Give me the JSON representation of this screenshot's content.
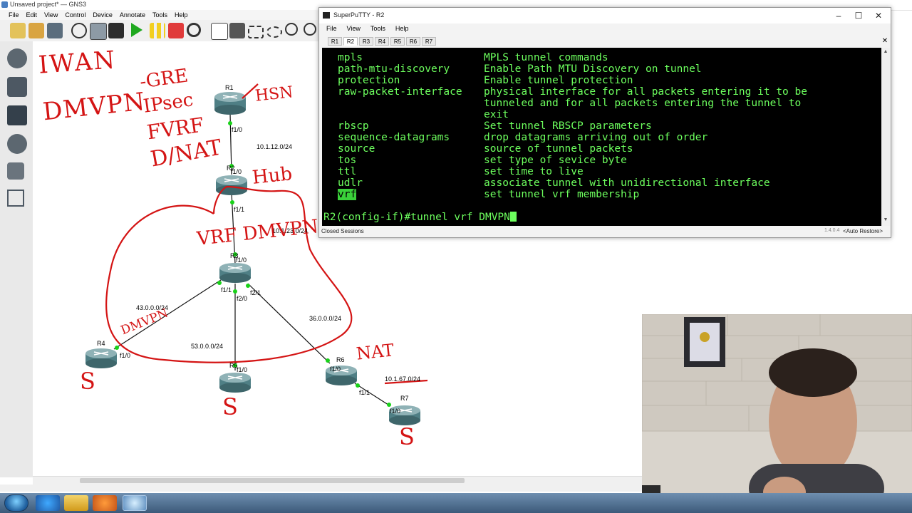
{
  "gns3": {
    "window_title": "Unsaved project* — GNS3",
    "menu": [
      "File",
      "Edit",
      "View",
      "Control",
      "Device",
      "Annotate",
      "Tools",
      "Help"
    ],
    "toolbar_icons": [
      "open-folder-icon",
      "folder-icon",
      "save-icon",
      "snapshot-icon",
      "console-icon",
      "terminal-icon",
      "start-icon",
      "pause-icon",
      "stop-icon",
      "reload-icon",
      "add-note-icon",
      "insert-image-icon",
      "draw-rectangle-icon",
      "draw-ellipse-icon",
      "zoom-in-icon",
      "zoom-out-icon"
    ],
    "dock_icons": [
      "browse-all-icon",
      "routers-icon",
      "end-devices-icon",
      "switches-icon",
      "security-devices-icon",
      "add-link-icon"
    ]
  },
  "topology": {
    "routers": [
      {
        "name": "R1"
      },
      {
        "name": "R2"
      },
      {
        "name": "R3"
      },
      {
        "name": "R4"
      },
      {
        "name": "R5"
      },
      {
        "name": "R6"
      },
      {
        "name": "R7"
      }
    ],
    "interfaces": [
      "f1/0",
      "f1/0",
      "f1/1",
      "f1/0",
      "f1/1",
      "f2/0",
      "f2/1",
      "f1/0",
      "f1/0",
      "f1/0",
      "f1/1",
      "f1/0"
    ],
    "subnets": [
      "10.1.12.0/24",
      "10.1.23.0/24",
      "43.0.0.0/24",
      "53.0.0.0/24",
      "36.0.0.0/24",
      "10.1.67.0/24"
    ],
    "annotations": [
      "IWAN",
      "DMVPN",
      "-GRE",
      "IPsec",
      "FVRF",
      "D/NAT",
      "HSN",
      "Hub",
      "VRF DMVPN",
      "DMVPN",
      "S",
      "S",
      "NAT",
      "S"
    ],
    "colors": {
      "ink_black": "#111111",
      "ink_red": "#d41414",
      "link_up": "#19d219"
    }
  },
  "putty": {
    "title": "SuperPuTTY - R2",
    "menu": [
      "File",
      "View",
      "Tools",
      "Help"
    ],
    "tabs": [
      "R1",
      "R2",
      "R3",
      "R4",
      "R5",
      "R6",
      "R7"
    ],
    "active_tab": "R2",
    "lines": [
      {
        "cmd": "mpls",
        "desc": "MPLS tunnel commands"
      },
      {
        "cmd": "path-mtu-discovery",
        "desc": "Enable Path MTU Discovery on tunnel"
      },
      {
        "cmd": "protection",
        "desc": "Enable tunnel protection"
      },
      {
        "cmd": "raw-packet-interface",
        "desc": "physical interface for all packets entering it to be"
      },
      {
        "cmd": "",
        "desc": "tunneled and for all packets entering the tunnel to"
      },
      {
        "cmd": "",
        "desc": "exit"
      },
      {
        "cmd": "rbscp",
        "desc": "Set tunnel RBSCP parameters"
      },
      {
        "cmd": "sequence-datagrams",
        "desc": "drop datagrams arriving out of order"
      },
      {
        "cmd": "source",
        "desc": "source of tunnel packets"
      },
      {
        "cmd": "tos",
        "desc": "set type of sevice byte"
      },
      {
        "cmd": "ttl",
        "desc": "set time to live"
      },
      {
        "cmd": "udlr",
        "desc": "associate tunnel with unidirectional interface"
      },
      {
        "cmd": "vrf",
        "desc": "set tunnel vrf membership"
      }
    ],
    "prompt": "R2(config-if)#tunnel vrf DMVPN",
    "status_left": "Closed Sessions",
    "version": "1.4.0.4",
    "status_right": "<Auto Restore>",
    "colors": {
      "terminal_bg": "#000000",
      "terminal_fg": "#6dff5e",
      "highlight": "#3ad13a"
    }
  }
}
